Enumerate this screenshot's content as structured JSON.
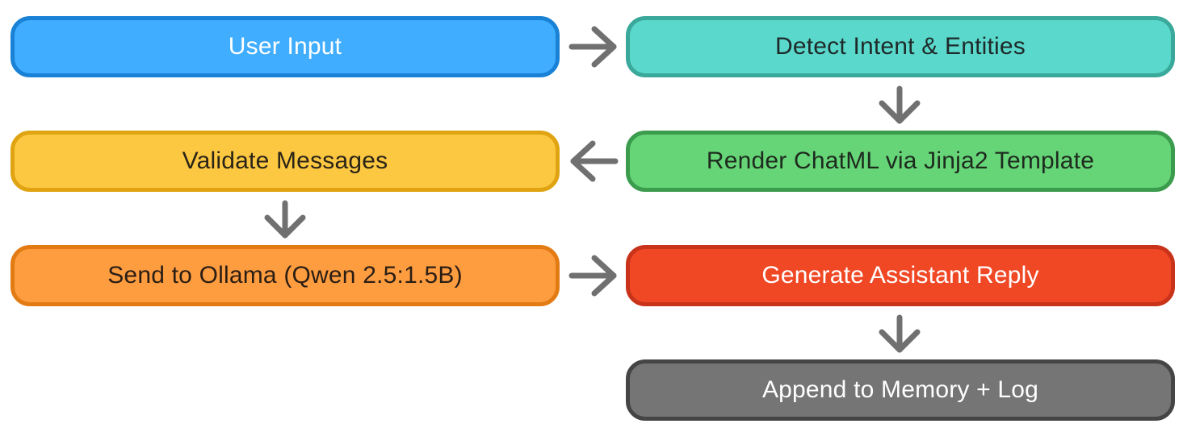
{
  "nodes": {
    "user_input": {
      "label": "User Input",
      "fill": "#40adff",
      "border": "#1a82d6",
      "text_color": "#ffffff"
    },
    "detect": {
      "label": "Detect Intent & Entities",
      "fill": "#5ad8cb",
      "border": "#3aa89a",
      "text_color": "#1e2a2a"
    },
    "render": {
      "label": "Render ChatML via Jinja2 Template",
      "fill": "#66d577",
      "border": "#3c9c4d",
      "text_color": "#1e2a1e"
    },
    "validate": {
      "label": "Validate Messages",
      "fill": "#fdc841",
      "border": "#e0a412",
      "text_color": "#2a2418"
    },
    "send": {
      "label": "Send to Ollama (Qwen 2.5:1.5B)",
      "fill": "#fe9c40",
      "border": "#e37b13",
      "text_color": "#2a1e14"
    },
    "generate": {
      "label": "Generate Assistant Reply",
      "fill": "#f04825",
      "border": "#c8331a",
      "text_color": "#ffffff"
    },
    "append": {
      "label": "Append to Memory + Log",
      "fill": "#757575",
      "border": "#454545",
      "text_color": "#ffffff"
    }
  },
  "edges": [
    {
      "from": "User Input",
      "to": "Detect Intent & Entities",
      "direction": "right"
    },
    {
      "from": "Detect Intent & Entities",
      "to": "Render ChatML via Jinja2 Template",
      "direction": "down"
    },
    {
      "from": "Render ChatML via Jinja2 Template",
      "to": "Validate Messages",
      "direction": "left"
    },
    {
      "from": "Validate Messages",
      "to": "Send to Ollama (Qwen 2.5:1.5B)",
      "direction": "down"
    },
    {
      "from": "Send to Ollama (Qwen 2.5:1.5B)",
      "to": "Generate Assistant Reply",
      "direction": "right"
    },
    {
      "from": "Generate Assistant Reply",
      "to": "Append to Memory + Log",
      "direction": "down"
    }
  ],
  "arrow_color": "#707070"
}
